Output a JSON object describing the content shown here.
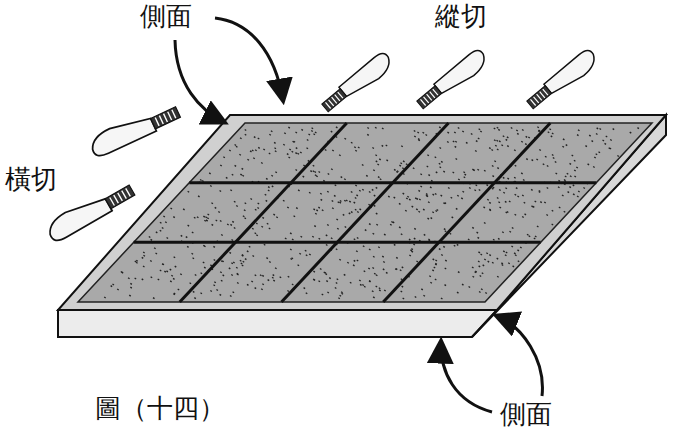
{
  "diagram": {
    "caption": "圖（十四）",
    "labels": [
      "側面",
      "縱切",
      "橫切",
      "側面"
    ]
  }
}
